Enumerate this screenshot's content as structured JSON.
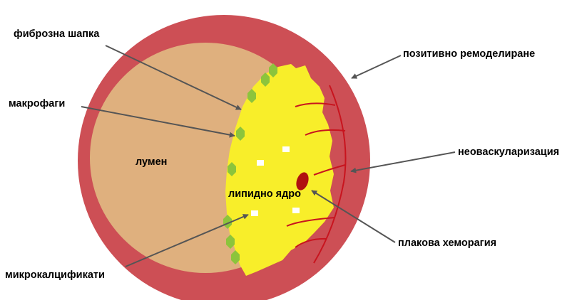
{
  "labels": {
    "fibrous_cap": "фиброзна шапка",
    "macrophages": "макрофаги",
    "lumen": "лумен",
    "lipid_core": "липидно ядро",
    "microcalcifications": "микрокалцификати",
    "positive_remodeling": "позитивно ремоделиране",
    "neovascularization": "неоваскуларизация",
    "plaque_hemorrhage": "плакова хеморагия"
  },
  "colors": {
    "vessel_wall": "#cd4f55",
    "lumen": "#dfb07e",
    "lipid_core": "#f8ee2a",
    "macrophage": "#8cc43c",
    "microvessel": "#c8141e",
    "hemorrhage": "#b01010",
    "arrow": "#555555"
  }
}
